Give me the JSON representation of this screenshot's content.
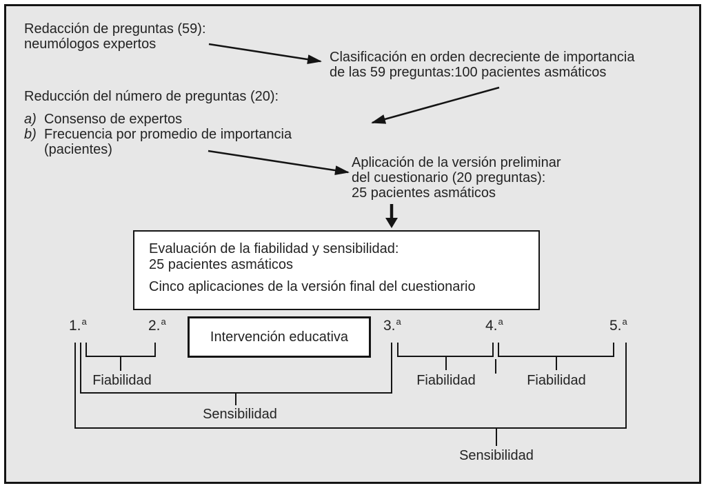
{
  "colors": {
    "page_bg": "#ffffff",
    "panel_bg": "#e7e7e7",
    "line": "#141414",
    "text": "#232323",
    "box_bg": "#ffffff"
  },
  "flow": {
    "redaccion": {
      "line1": "Redacción de preguntas (59):",
      "line2": "neumólogos expertos"
    },
    "clasificacion": {
      "line1": "Clasificación en orden decreciente de importancia",
      "line2": "de las 59 preguntas:100 pacientes asmáticos"
    },
    "reduccion": {
      "title": "Reducción del número de preguntas (20):",
      "item_a_marker": "a)",
      "item_a_text": "Consenso de expertos",
      "item_b_marker": "b)",
      "item_b_text": "Frecuencia por promedio de importancia",
      "item_b_text2": "(pacientes)"
    },
    "aplicacion": {
      "line1": "Aplicación de la versión preliminar",
      "line2": "del cuestionario (20 preguntas):",
      "line3": "25 pacientes asmáticos"
    },
    "evaluacion_box": {
      "line1": "Evaluación de la fiabilidad y sensibilidad:",
      "line2": "25 pacientes asmáticos",
      "line3": "Cinco aplicaciones de la versión final del cuestionario"
    },
    "intervencion_box": {
      "label": "Intervención educativa"
    }
  },
  "timeline": {
    "markers": [
      {
        "base": "1.",
        "sup": "a"
      },
      {
        "base": "2.",
        "sup": "a"
      },
      {
        "base": "3.",
        "sup": "a"
      },
      {
        "base": "4.",
        "sup": "a"
      },
      {
        "base": "5.",
        "sup": "a"
      }
    ],
    "labels": {
      "fiabilidad_1_2": "Fiabilidad",
      "fiabilidad_3_4": "Fiabilidad",
      "fiabilidad_4_5": "Fiabilidad",
      "sensibilidad_1_3": "Sensibilidad",
      "sensibilidad_1_5": "Sensibilidad"
    }
  }
}
